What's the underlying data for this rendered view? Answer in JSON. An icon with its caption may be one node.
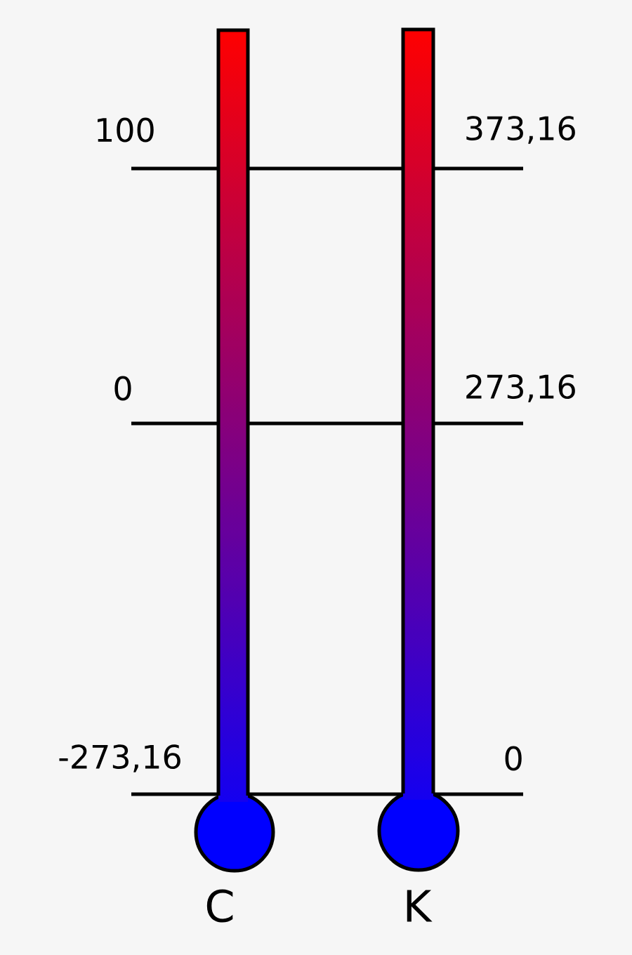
{
  "diagram": {
    "labels": [
      "100",
      "373,16",
      "0",
      "273,16",
      "-273,16",
      "0",
      "C",
      "K"
    ]
  }
}
